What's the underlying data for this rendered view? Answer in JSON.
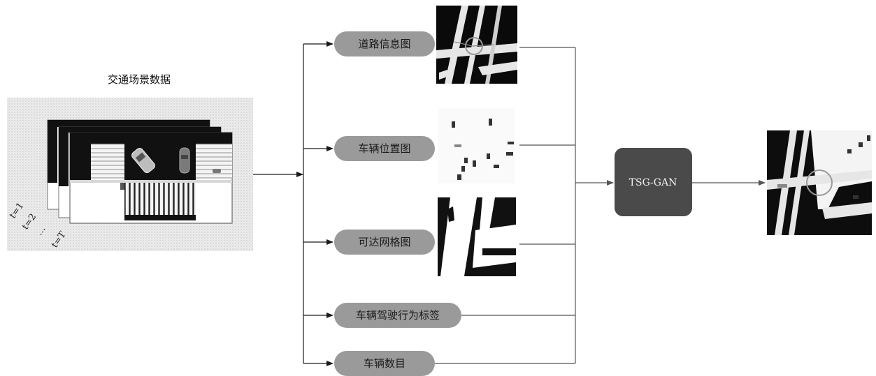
{
  "source": {
    "title": "交通场景数据",
    "time_labels": [
      "t=1",
      "t=2",
      "...",
      "t=T"
    ]
  },
  "branches": [
    {
      "label": "道路信息图"
    },
    {
      "label": "车辆位置图"
    },
    {
      "label": "可达网格图"
    },
    {
      "label": "车辆驾驶行为标签"
    },
    {
      "label": "车辆数目"
    }
  ],
  "model": {
    "label": "TSG-GAN"
  },
  "colors": {
    "pill": "#9a9a9a",
    "model": "#4a4a4a",
    "line": "#555555",
    "arrow": "#1a1a1a"
  }
}
